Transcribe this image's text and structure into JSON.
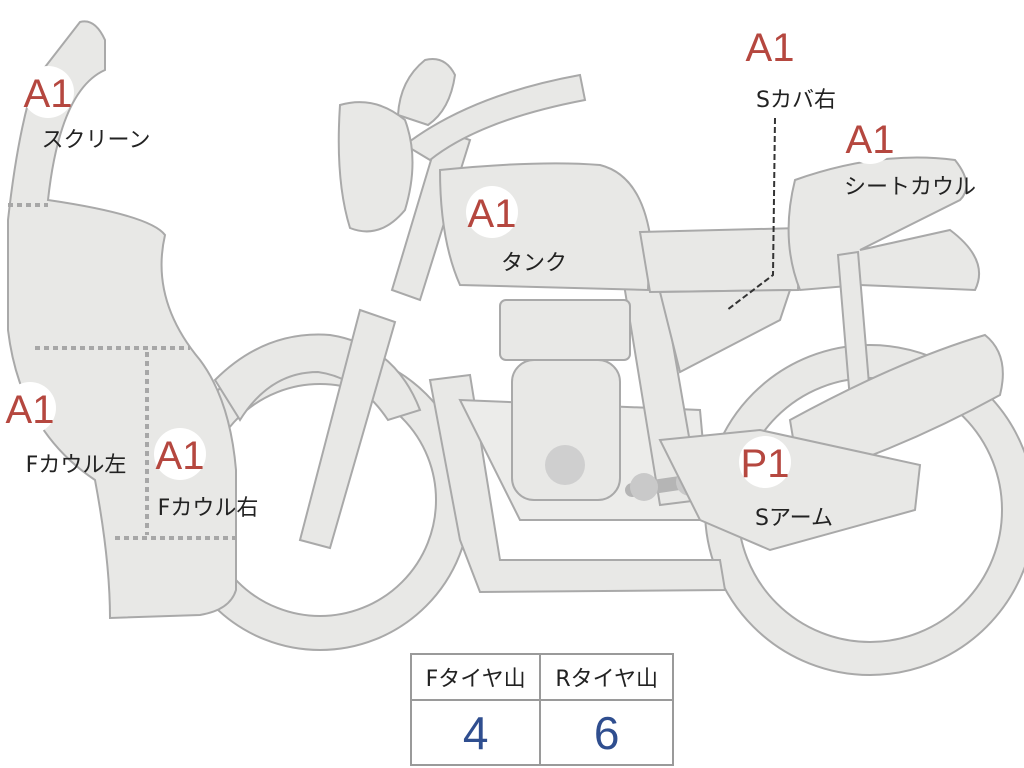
{
  "parts": {
    "screen": {
      "grade": "A1",
      "name": "スクリーン"
    },
    "fcowl_left": {
      "grade": "A1",
      "name": "Fカウル左"
    },
    "fcowl_right": {
      "grade": "A1",
      "name": "Fカウル右"
    },
    "tank": {
      "grade": "A1",
      "name": "タンク"
    },
    "scover_right": {
      "grade": "A1",
      "name": "Sカバ右"
    },
    "seat_cowl": {
      "grade": "A1",
      "name": "シートカウル"
    },
    "swingarm": {
      "grade": "P1",
      "name": "Sアーム"
    }
  },
  "tire_table": {
    "front_header": "Fタイヤ山",
    "rear_header": "Rタイヤ山",
    "front_value": "4",
    "rear_value": "6"
  },
  "colors": {
    "grade_text": "#b5473f",
    "tire_value_text": "#2f4e8f",
    "body_fill": "#e8e8e6",
    "outline": "#a9a9a9"
  }
}
